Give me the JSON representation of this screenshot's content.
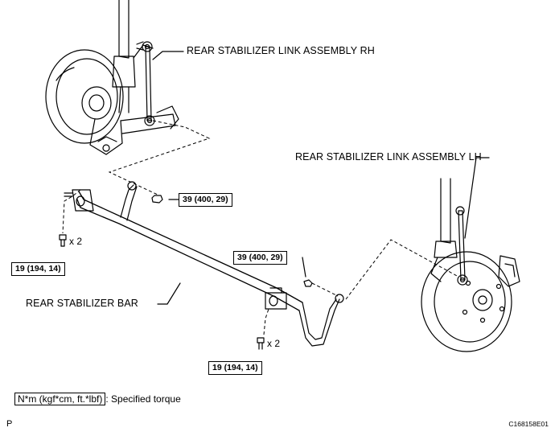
{
  "labels": {
    "link_rh": "REAR STABILIZER LINK ASSEMBLY RH",
    "link_lh": "REAR STABILIZER LINK ASSEMBLY LH",
    "bar": "REAR STABILIZER BAR"
  },
  "torque": {
    "nut_upper": "39 (400, 29)",
    "nut_right": "39 (400, 29)",
    "bolt_left": "19 (194, 14)",
    "bolt_right": "19 (194, 14)"
  },
  "quantities": {
    "bolt_left": "x 2",
    "bolt_right": "x 2"
  },
  "legend": {
    "unit_box": "N*m (kgf*cm, ft.*lbf)",
    "text": ": Specified torque"
  },
  "footer": {
    "page_letter": "P",
    "figure_code": "C168158E01"
  }
}
